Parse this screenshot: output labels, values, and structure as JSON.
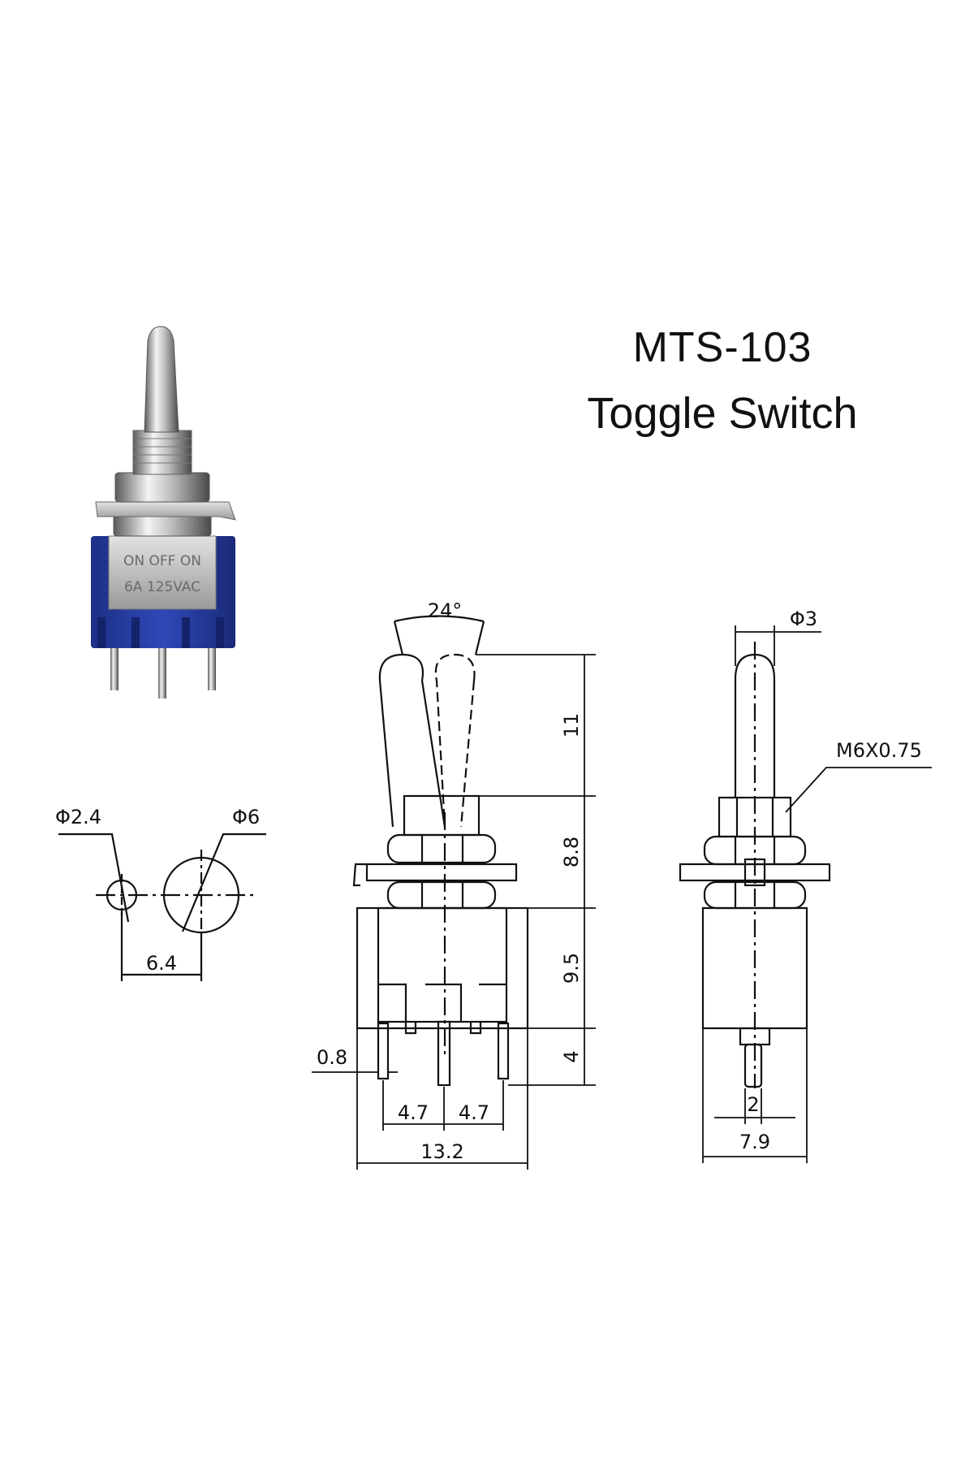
{
  "title": {
    "model": "MTS-103",
    "name": "Toggle Switch"
  },
  "photo": {
    "marking_line1": "ON OFF ON",
    "marking_line2": "6A 125VAC",
    "body_color": "#2a3f9e"
  },
  "dimensions": {
    "hole_small": "Φ2.4",
    "hole_large": "Φ6",
    "hole_spacing": "6.4",
    "lever_angle": "24°",
    "lever_diameter": "Φ3",
    "thread": "M6X0.75",
    "lever_length": "11",
    "bushing_height": "8.8",
    "body_height": "9.5",
    "pin_length": "4",
    "pin_width": "0.8",
    "pin_pitch_left": "4.7",
    "pin_pitch_right": "4.7",
    "body_width": "13.2",
    "body_depth": "7.9",
    "pin_side_width": "2"
  },
  "colors": {
    "line": "#111111"
  }
}
